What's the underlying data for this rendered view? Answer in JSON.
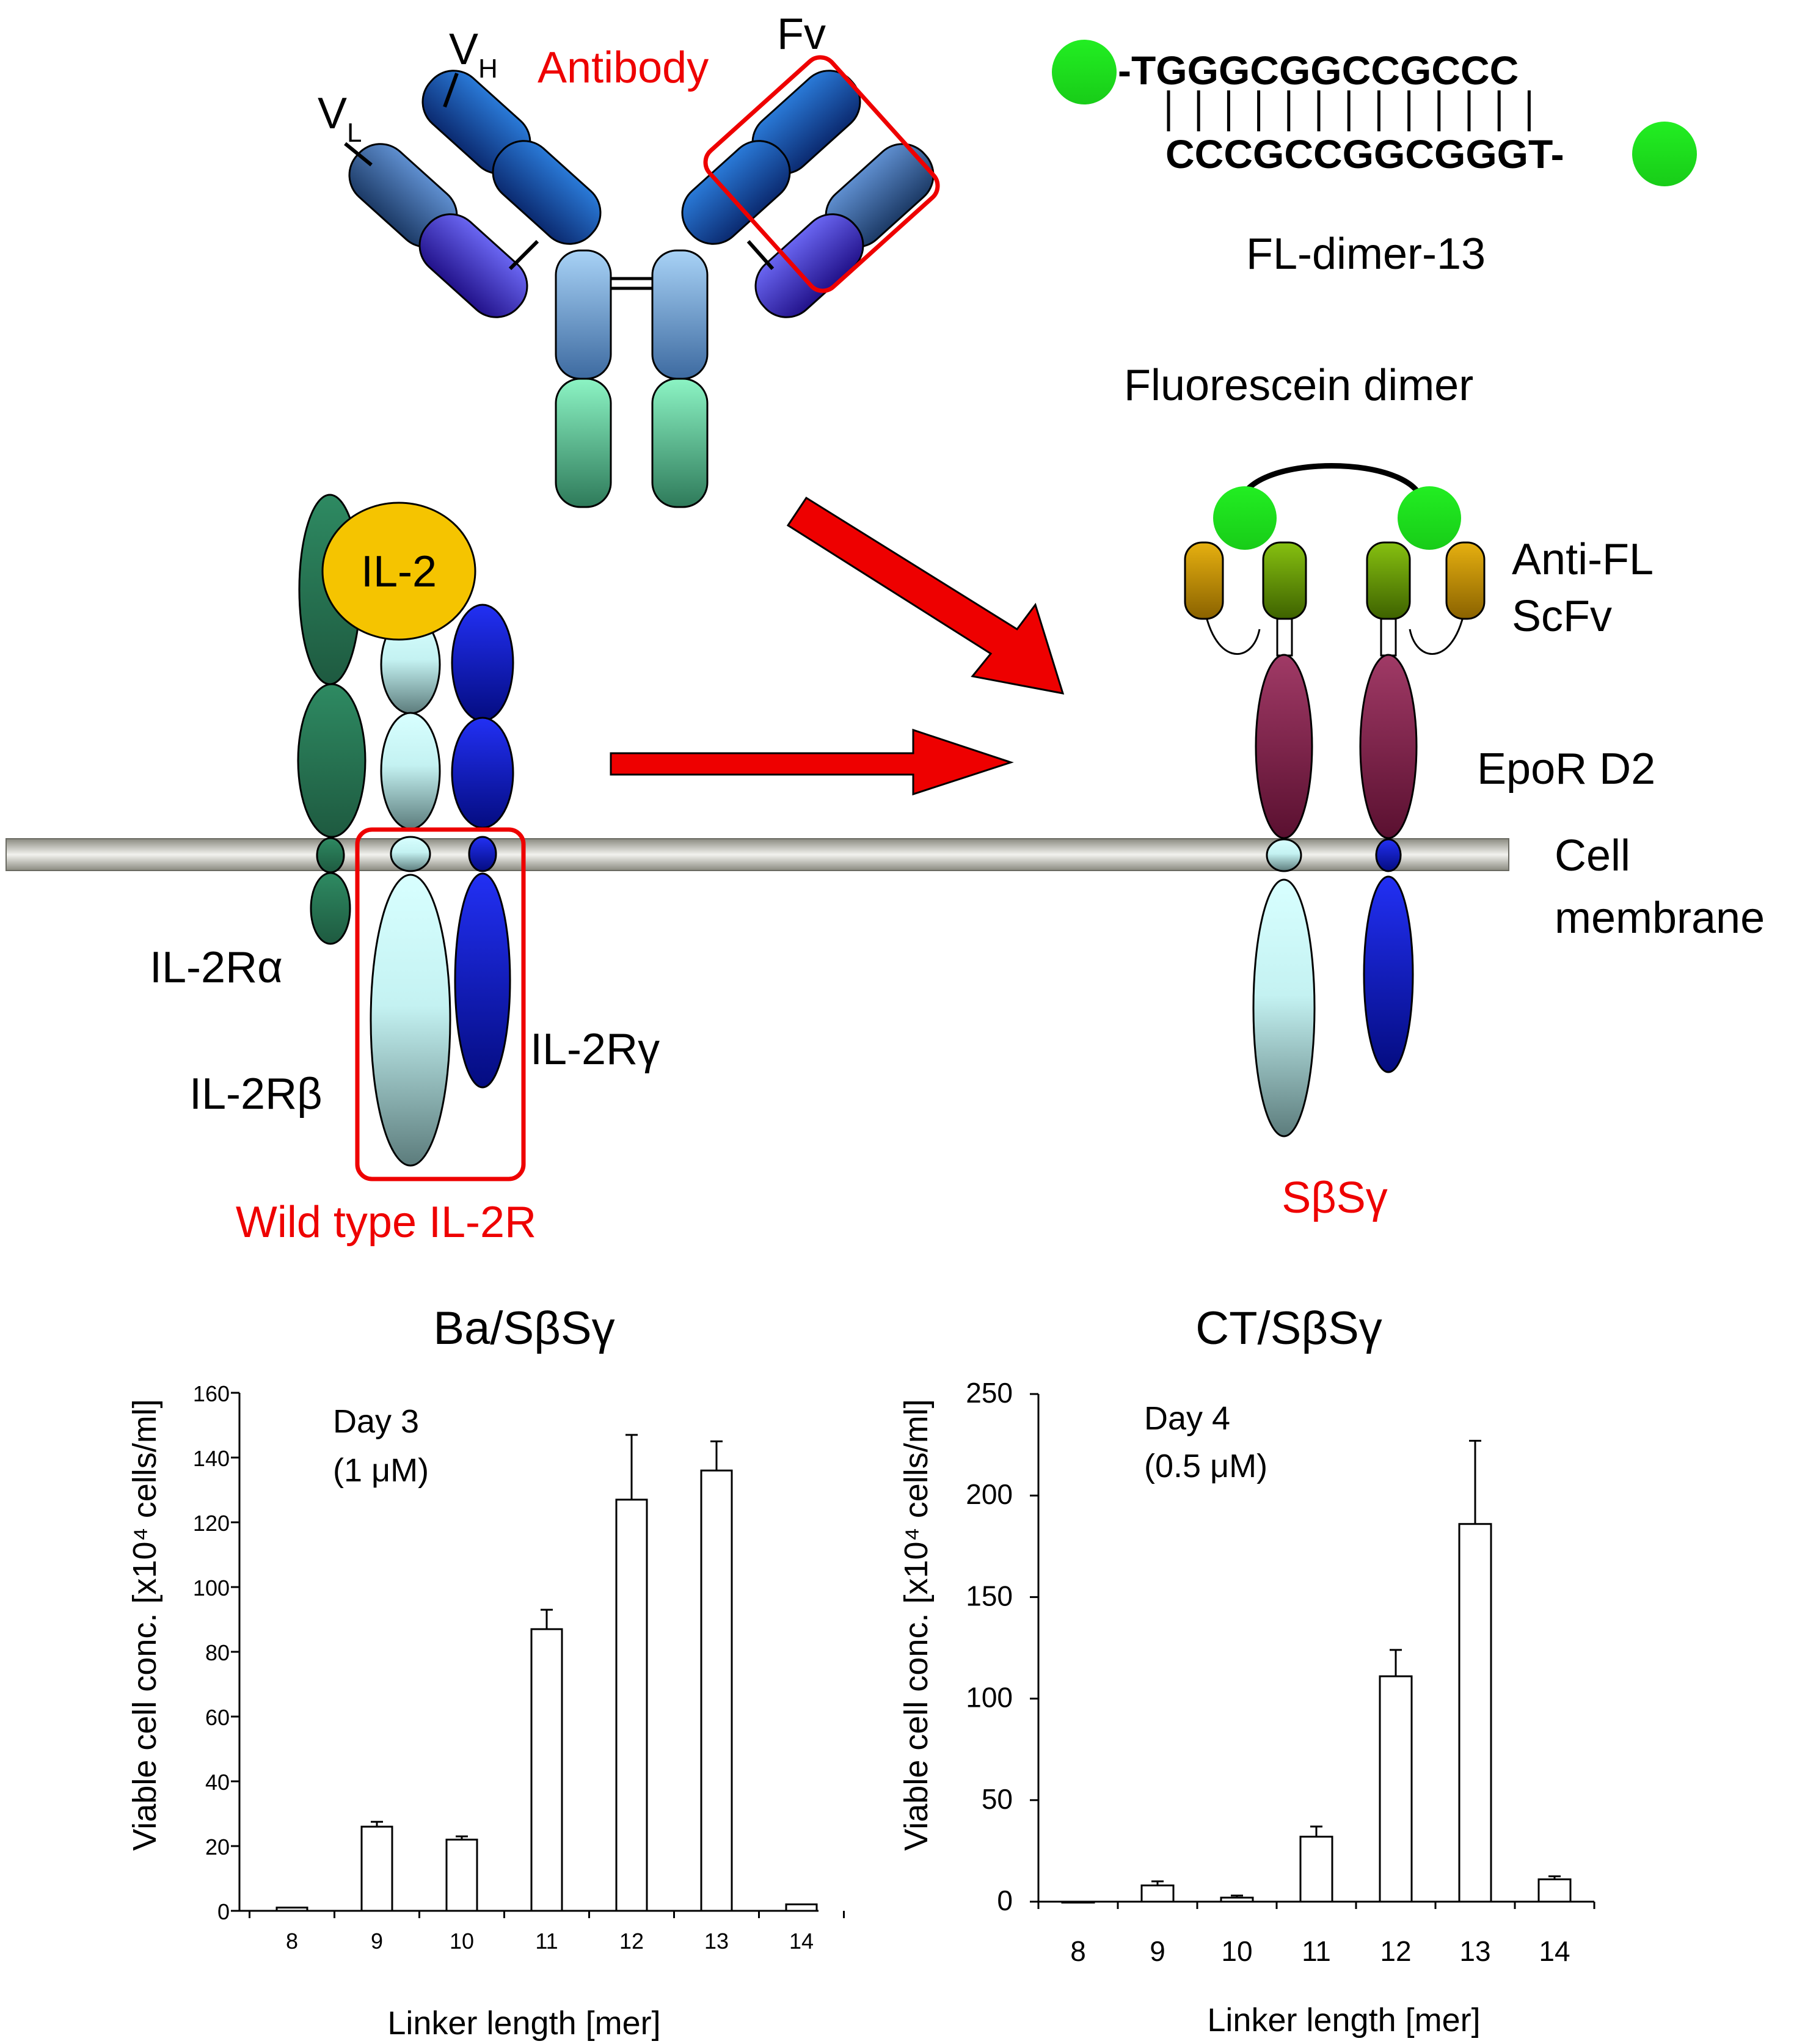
{
  "diagram": {
    "antibody_label": "Antibody",
    "fv_label": "Fv",
    "vh_label": "V",
    "vh_sub": "H",
    "vl_label": "V",
    "vl_sub": "L",
    "seq_top": "-TGGGCGGCCGCCC",
    "seq_bottom": "CCCGCCGGCGGGT-",
    "fl_dimer_label": "FL-dimer-13",
    "fluorescein_dimer_label": "Fluorescein dimer",
    "anti_fl_label_1": "Anti-FL",
    "anti_fl_label_2": "ScFv",
    "epor_label": "EpoR D2",
    "cell_label_1": "Cell",
    "cell_label_2": "membrane",
    "il2_label": "IL-2",
    "il2ra_label": "IL-2Rα",
    "il2rb_label": "IL-2Rβ",
    "il2rg_label": "IL-2Rγ",
    "wild_type_label": "Wild type IL-2R",
    "chimera_label": "SβSγ",
    "colors": {
      "highlight_red": "#ee0000",
      "fluorescein_green": "#22ee22",
      "il2_yellow": "#f5c400",
      "il2ra_green": "#2e8b57",
      "il2rb_cyan": "#c8f4f4",
      "il2rg_blue": "#0a1ee0",
      "epor_purple": "#8b2a55",
      "scfv_gold": "#c89a00",
      "scfv_olive": "#6e9a00"
    }
  },
  "chart_data": [
    {
      "type": "bar",
      "title": "Ba/SβSγ",
      "annotation_line1": "Day 3",
      "annotation_line2": "(1 μM)",
      "xlabel": "Linker length [mer]",
      "ylabel": "Viable cell conc. [x10⁴ cells/ml]",
      "categories": [
        "8",
        "9",
        "10",
        "11",
        "12",
        "13",
        "14"
      ],
      "values": [
        1,
        26,
        22,
        87,
        127,
        136,
        2
      ],
      "errors": [
        0,
        1.5,
        1,
        6,
        20,
        9,
        0
      ],
      "ylim": [
        0,
        160
      ],
      "yticks": [
        0,
        20,
        40,
        60,
        80,
        100,
        120,
        140,
        160
      ],
      "grid": false
    },
    {
      "type": "bar",
      "title": "CT/SβSγ",
      "annotation_line1": "Day 4",
      "annotation_line2": "(0.5 μM)",
      "xlabel": "Linker length [mer]",
      "ylabel": "Viable cell conc. [x10⁴ cells/ml]",
      "categories": [
        "8",
        "9",
        "10",
        "11",
        "12",
        "13",
        "14"
      ],
      "values": [
        0,
        8,
        2,
        32,
        111,
        186,
        11
      ],
      "errors": [
        0,
        2,
        1,
        5,
        13,
        41,
        1.5
      ],
      "ylim": [
        0,
        250
      ],
      "yticks": [
        0,
        50,
        100,
        150,
        200,
        250
      ],
      "grid": false
    }
  ]
}
